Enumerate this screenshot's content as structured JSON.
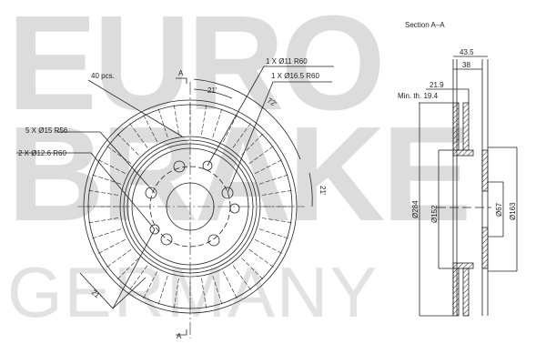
{
  "watermark": {
    "line1": "EURO",
    "line2": "BRAKE",
    "line3": "GERMANY",
    "color": "#dcdcdc"
  },
  "drawing": {
    "front_view": {
      "section_marker_top": "A",
      "section_marker_bottom": "A",
      "vent_count_label": "40 pcs.",
      "bolt_holes_label": "5 X Ø15 R56",
      "aux_holes_label": "2 X Ø12.6 R60",
      "hole_11_label": "1 X Ø11 R60",
      "hole_16_label": "1 X Ø16.5 R60",
      "angle_top": "21'",
      "angle_72": "72'",
      "angle_right": "21'",
      "angle_bottom_left": "21'"
    },
    "section_view": {
      "title": "Section A–A",
      "overall_height": "43.5",
      "hat_height": "38",
      "disc_thickness": "21.9",
      "min_thickness_label": "Min. th. 19.4",
      "outer_diameter": "Ø284",
      "hat_diameter": "Ø152",
      "center_bore": "Ø67",
      "hub_diameter": "Ø163"
    },
    "line_color": "#222222"
  }
}
